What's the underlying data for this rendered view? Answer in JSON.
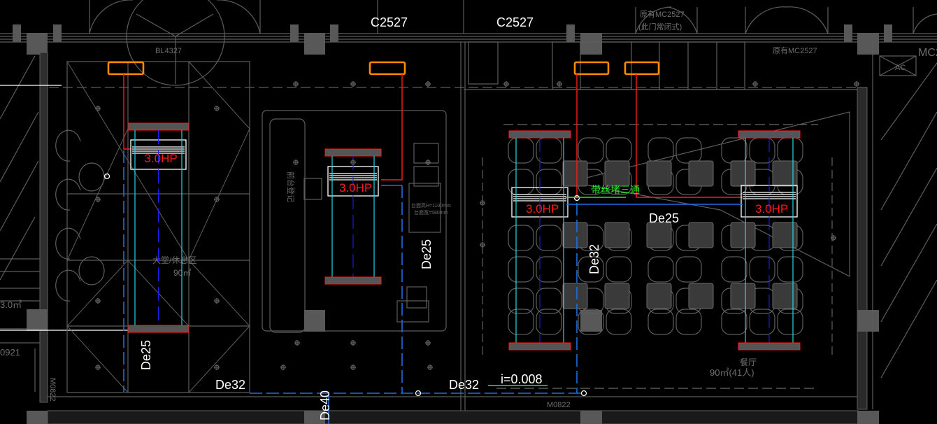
{
  "labels": {
    "window_a": "C2527",
    "window_b": "C2527",
    "bl_door": "BL4327",
    "door_note_1": "原有MC2527",
    "door_note_2": "(此门常闭式)",
    "door_note_3": "原有MC2527",
    "door_note_cut": "MC2",
    "ac_box": "AC",
    "left_area": "3.0㎡",
    "left_door": "0921",
    "left_door_vertical": "M0822",
    "bottom_door": "M0822",
    "counter_height": "台面高H=1100mm",
    "counter_width": "台面宽=580mm"
  },
  "rooms": {
    "lobby": "大堂/休息区",
    "lobby_area": "90㎡",
    "reception": "前台登记",
    "restaurant": "餐厅",
    "restaurant_area": "90㎡(41人)"
  },
  "units": [
    {
      "capacity": "3.0HP"
    },
    {
      "capacity": "3.0HP"
    },
    {
      "capacity": "3.0HP"
    },
    {
      "capacity": "3.0HP"
    }
  ],
  "pipes": {
    "de25_lobby": "De25",
    "de25_reception": "De25",
    "de25_restaurant": "De25",
    "de32_lobby": "De32",
    "de32_main": "De32",
    "de32_restaurant": "De32",
    "de40_outlet": "De40",
    "slope": "i=0.008",
    "tee_note": "带丝堵三通"
  },
  "colors": {
    "background": "#000000",
    "linework": "#5e5e5e",
    "supply_pipe": "#ff1a1a",
    "drain_pipe": "#1f6fe0",
    "duct": "#22d8e8",
    "grille": "#ff8a00",
    "note": "#22ee22"
  }
}
